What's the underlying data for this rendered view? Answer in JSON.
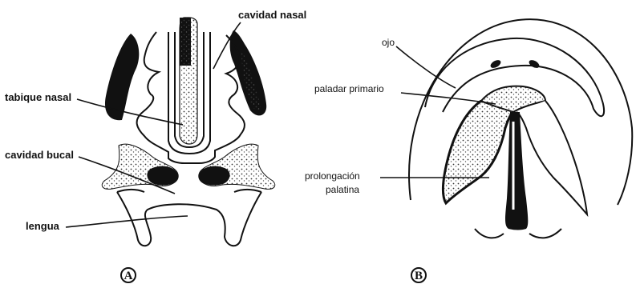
{
  "panel_a": {
    "labels": {
      "cavidad_nasal": "cavidad nasal",
      "tabique_nasal": "tabique nasal",
      "cavidad_bucal": "cavidad bucal",
      "lengua": "lengua"
    },
    "panel_letter": "A"
  },
  "panel_b": {
    "labels": {
      "ojo": "ojo",
      "paladar_primario": "paladar primario",
      "prolongacion_line1": "prolongación",
      "prolongacion_line2": "palatina"
    },
    "panel_letter": "B"
  }
}
